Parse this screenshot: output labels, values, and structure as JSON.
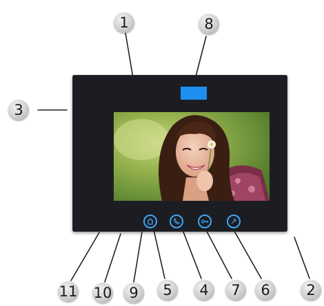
{
  "callouts": {
    "c1": "1",
    "c2": "2",
    "c3": "3",
    "c4": "4",
    "c5": "5",
    "c6": "6",
    "c7": "7",
    "c8": "8",
    "c9": "9",
    "c10": "10",
    "c11": "11"
  },
  "colors": {
    "device_body": "#1c1d22",
    "sensor": "#1e8ff0",
    "button_ring": "#3ea7f5",
    "callout_fill": "#cfcfcf"
  },
  "buttons": [
    {
      "icon": "house-icon"
    },
    {
      "icon": "talk-icon"
    },
    {
      "icon": "key-icon"
    },
    {
      "icon": "unlock-icon"
    }
  ]
}
